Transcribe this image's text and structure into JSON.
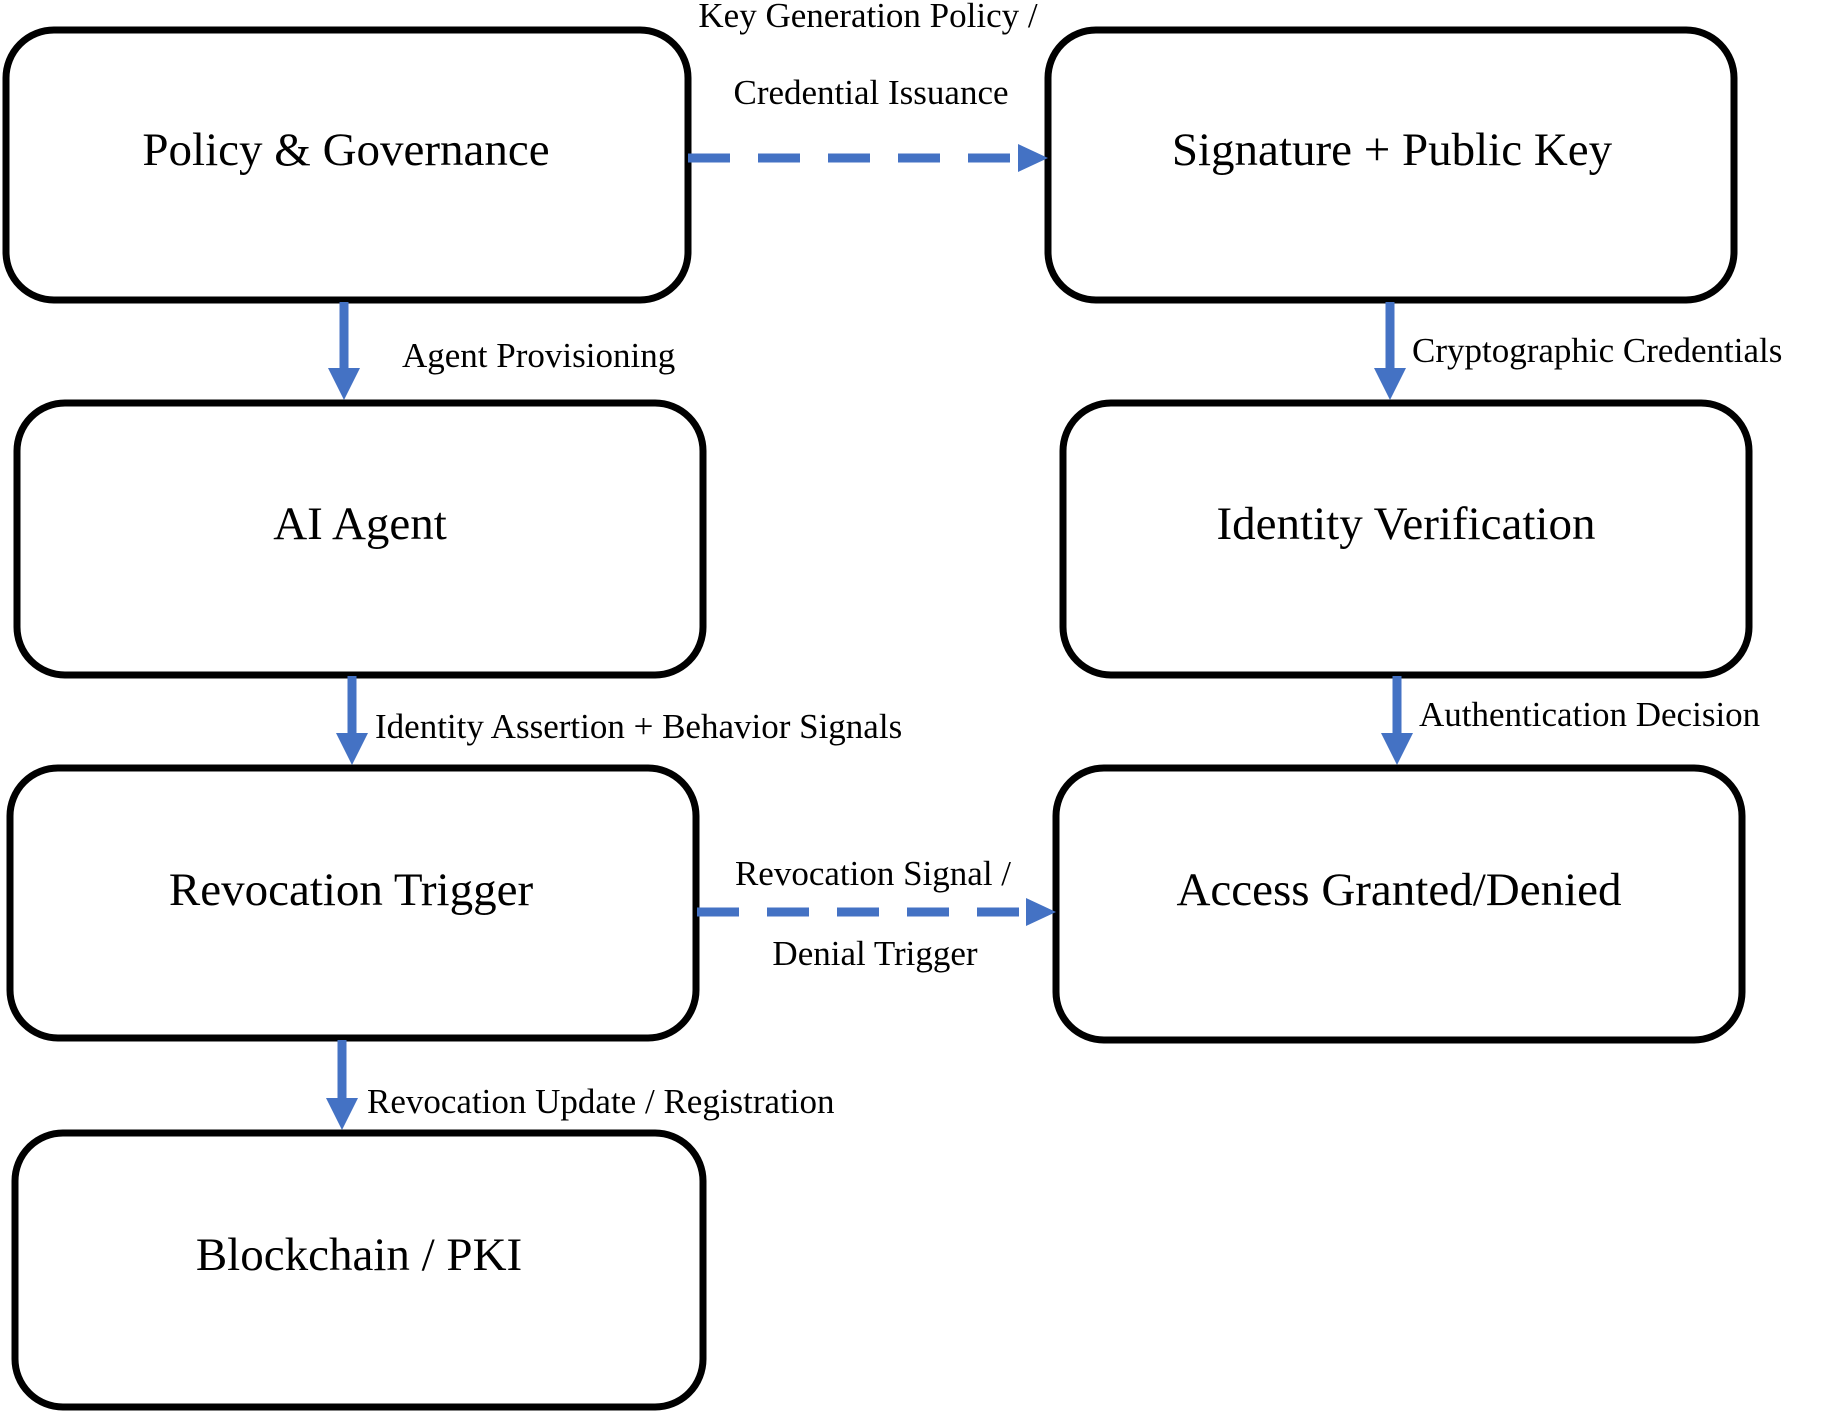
{
  "colors": {
    "arrow": "#4472c4",
    "box_stroke": "#000000",
    "background": "#ffffff"
  },
  "nodes": {
    "policy_governance": "Policy & Governance",
    "signature_public_key": "Signature + Public Key",
    "ai_agent": "AI Agent",
    "identity_verification": "Identity Verification",
    "revocation_trigger": "Revocation Trigger",
    "access_granted_denied": "Access Granted/Denied",
    "blockchain_pki": "Blockchain / PKI"
  },
  "edges": {
    "key_generation": {
      "line1": "Key Generation Policy /",
      "line2": "Credential Issuance",
      "style": "dashed"
    },
    "agent_provisioning": {
      "label": "Agent Provisioning",
      "style": "solid"
    },
    "cryptographic_credentials": {
      "label": "Cryptographic Credentials",
      "style": "solid"
    },
    "identity_assertion": {
      "label": "Identity Assertion + Behavior Signals",
      "style": "solid"
    },
    "authentication_decision": {
      "label": "Authentication Decision",
      "style": "solid"
    },
    "revocation_signal": {
      "line1": "Revocation Signal /",
      "line2": "Denial Trigger",
      "style": "dashed"
    },
    "revocation_update": {
      "label": "Revocation Update / Registration",
      "style": "solid"
    }
  }
}
